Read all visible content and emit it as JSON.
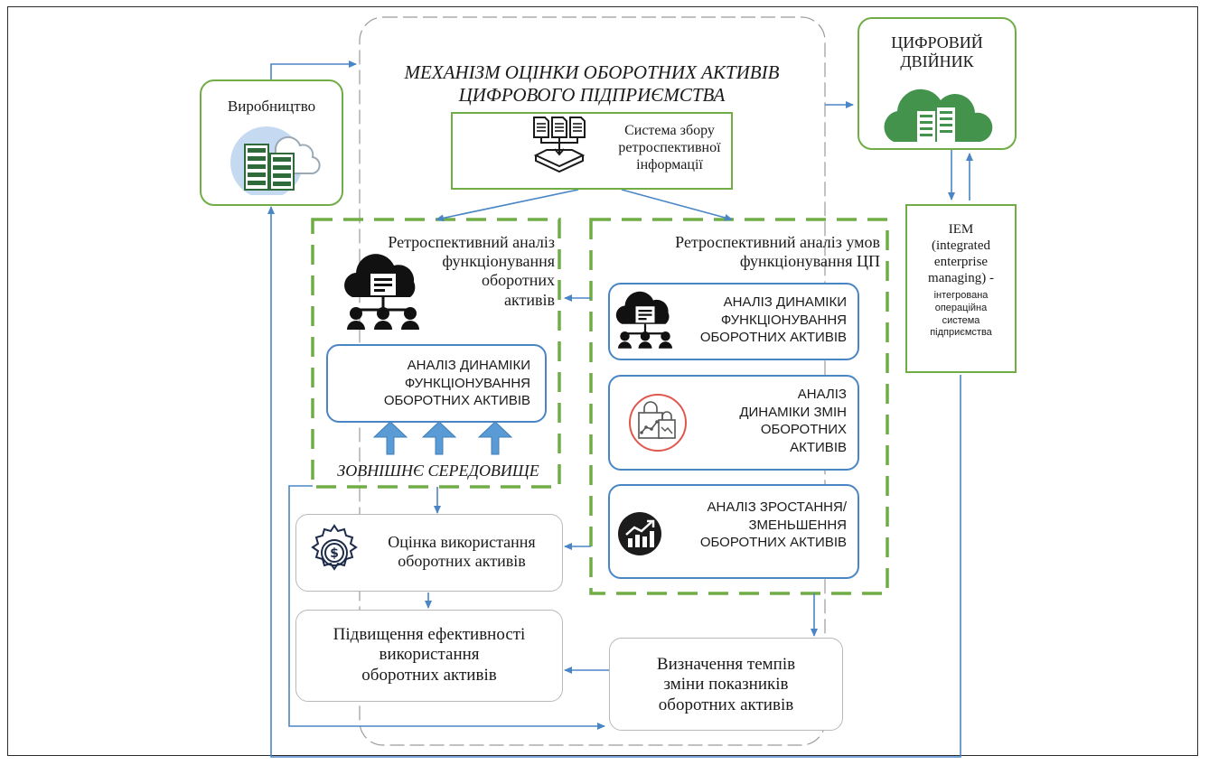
{
  "mechanism_title": [
    "МЕХАНІЗМ ОЦІНКИ ОБОРОТНИХ АКТИВІВ",
    "ЦИФРОВОГО ПІДПРИЄМСТВА"
  ],
  "production": {
    "label": "Виробництво",
    "icon": "server-cloud-icon"
  },
  "digital_twin": {
    "label": [
      "ЦИФРОВИЙ",
      "ДВІЙНИК"
    ],
    "icon": "green-cloud-server-icon"
  },
  "collection_system": {
    "label": [
      "Система збору",
      "ретроспективної",
      "інформації"
    ],
    "icon": "documents-to-tray-icon"
  },
  "iem": {
    "label_lines": [
      "IEM",
      "(integrated",
      "enterprise",
      "managing) -"
    ],
    "sub_lines": [
      "інтегрована",
      "операційна",
      "система",
      "підприємства"
    ]
  },
  "left_panel": {
    "title": [
      "Ретроспективний аналіз",
      "функціонування",
      "оборотних",
      "активів"
    ],
    "icon": "cloud-network-icon",
    "inner_box": [
      "АНАЛІЗ ДИНАМІКИ",
      "ФУНКЦІОНУВАННЯ",
      "ОБОРОТНИХ АКТИВІВ"
    ],
    "external_env": "ЗОВНІШНЄ СЕРЕДОВИЩЕ"
  },
  "right_panel": {
    "title": [
      "Ретроспективний аналіз умов",
      "функціонування ЦП"
    ],
    "boxes": [
      {
        "icon": "cloud-network-icon",
        "lines": [
          "АНАЛІЗ ДИНАМІКИ",
          "ФУНКЦІОНУВАННЯ",
          "ОБОРОТНИХ АКТИВІВ"
        ]
      },
      {
        "icon": "shopping-bags-chart-icon",
        "lines": [
          "АНАЛІЗ",
          "ДИНАМІКИ ЗМІН",
          "ОБОРОТНИХ",
          "АКТИВІВ"
        ]
      },
      {
        "icon": "growth-chart-icon",
        "lines": [
          "АНАЛІЗ ЗРОСТАННЯ/",
          "ЗМЕНЬШЕННЯ",
          "ОБОРОТНИХ АКТИВІВ"
        ]
      }
    ]
  },
  "assessment": {
    "icon": "dollar-gear-icon",
    "lines": [
      "Оцінка використання",
      "оборотних активів"
    ]
  },
  "efficiency": {
    "lines": [
      "Підвищення ефективності",
      "використання",
      "оборотних активів"
    ]
  },
  "rates": {
    "lines": [
      "Визначення темпів",
      "зміни показників",
      "оборотних активів"
    ]
  },
  "colors": {
    "green": "#70ad47",
    "blue": "#4a86c5",
    "dash_grey": "#9a9a9a",
    "dark": "#1a1a1a"
  }
}
